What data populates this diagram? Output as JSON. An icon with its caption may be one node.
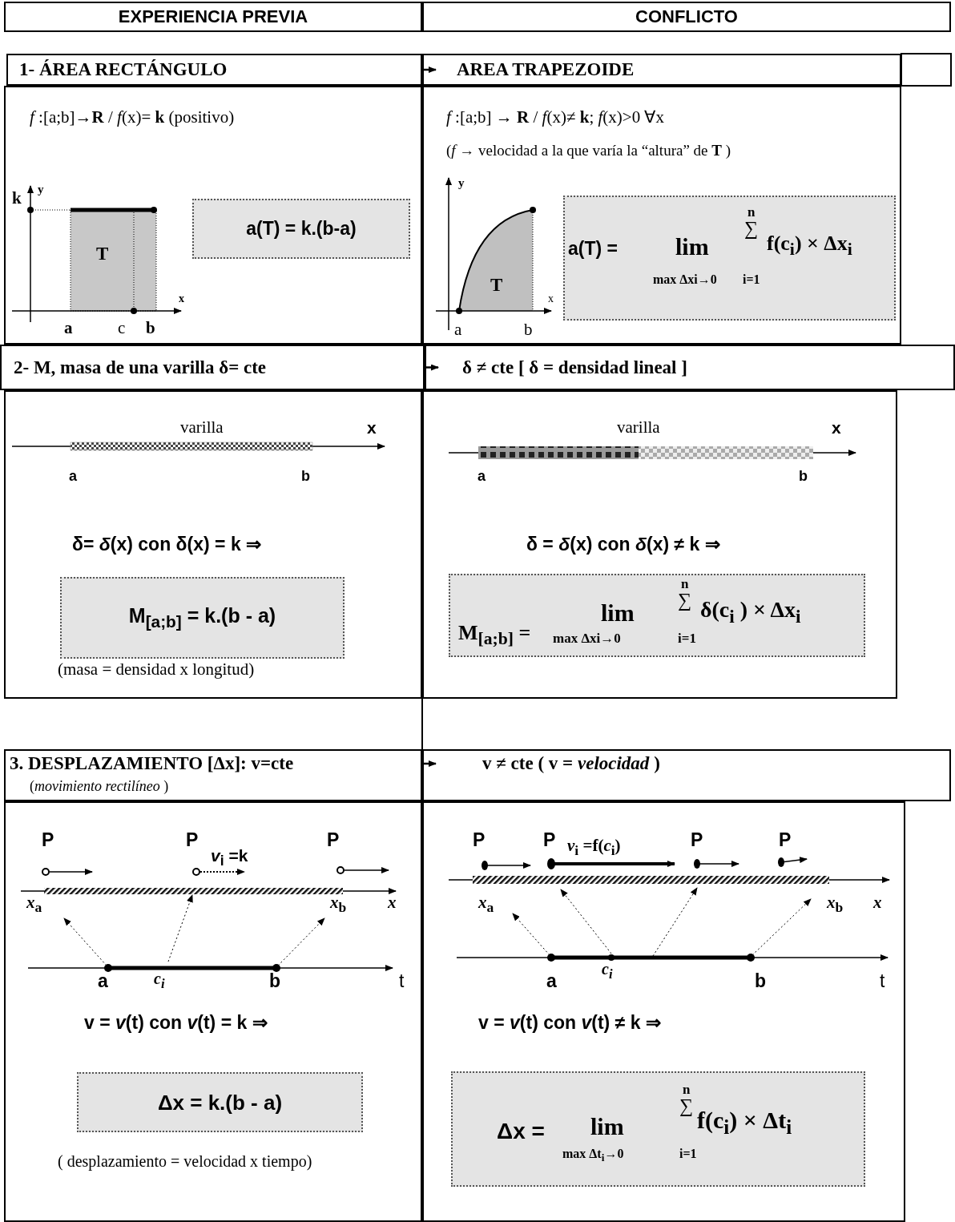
{
  "diagram": {
    "nodes": [
      {
        "text": [
          "EXPERIENCIA PREVIA"
        ]
      },
      {
        "text": [
          "CONFLICTO"
        ]
      },
      {
        "text": [
          "1- ÁREA RECTÁNGULO"
        ]
      },
      {
        "text": [
          "AREA TRAPEZOIDE"
        ]
      },
      {
        "text": [
          "*f* :[a;b]→**R** / *f*(x)= **k** (positivo)"
        ]
      },
      {
        "text": [
          "a(T) = k.(b-a)"
        ],
        "in": 4
      },
      {
        "text": [
          "*f* :[a;b] → **R** / *f*(x)≠ **k**; *f*(x)>0 ∀x",
          "(*f* → velocidad a la que varía la “altura” de **T** )"
        ]
      },
      {
        "text": [
          "a(T) =",
          "lim",
          "max Δxi→0",
          "n",
          "∑",
          "i=1",
          "f(c$_{i}$) × Δx$_{i}$"
        ],
        "in": 6
      },
      {
        "text": [
          "2- M, masa de una varilla δ= cte"
        ]
      },
      {
        "text": [
          "δ ≠ cte [ δ = densidad lineal ]"
        ]
      },
      {
        "text": [
          "δ= *δ*(x) con δ(x) = k ⇒",
          "(masa = densidad x longitud)"
        ]
      },
      {
        "text": [
          "M$_{[a;b]}$ = k.(b - a)"
        ],
        "in": 10
      },
      {
        "text": [
          "δ = *δ*(x) con *δ*(x) ≠ k ⇒"
        ]
      },
      {
        "text": [
          "M$_{[a;b]}$ =",
          "lim",
          "max Δxi→0",
          "n",
          "∑",
          "i=1",
          "δ(c$_{i}$ ) × Δx$_{i}$"
        ],
        "in": 12
      },
      {
        "text": [
          "3. DESPLAZAMIENTO [Δx]: v=cte",
          "(*movimiento rectilíneo* )"
        ]
      },
      {
        "text": [
          "v ≠ cte ( v = *velocidad* )"
        ]
      },
      {
        "text": [
          "v = *v*(t) con *v*(t) = k ⇒",
          "( desplazamiento = velocidad x tiempo)"
        ]
      },
      {
        "text": [
          "Δx = k.(b - a)"
        ],
        "in": 16
      },
      {
        "text": [
          "v = *v*(t) con *v*(t) ≠ k ⇒"
        ]
      },
      {
        "text": [
          "Δx =",
          "lim",
          "max Δt$_{i}$→0",
          "n",
          "∑",
          "i=1",
          "f(c$_{i}$) × Δt$_{i}$"
        ],
        "in": 18
      }
    ],
    "edges": [
      {
        "from": 2,
        "to": 3,
        "arrow": "to"
      },
      {
        "from": 8,
        "to": 9,
        "arrow": "to"
      },
      {
        "from": 14,
        "to": 15,
        "arrow": "to"
      }
    ],
    "labels": [
      "y",
      "k",
      "T",
      "a",
      "c",
      "b",
      "x",
      "y",
      "T",
      "a",
      "b",
      "x",
      "varilla",
      "x",
      "a",
      "b",
      "varilla",
      "x",
      "a",
      "b",
      "P",
      "P",
      "*v*$_{i}$ =k",
      "P",
      "*x*$_{a}$",
      "*x*$_{b}$",
      "x",
      "a",
      "c$_{i}$",
      "b",
      "t",
      "P",
      "P",
      "*v*$_{i}$ =f(*c*$_{i}$)",
      "P",
      "P",
      "*x*$_{a}$",
      "*x*$_{b}$",
      "x",
      "a",
      "c$_{i}$",
      "b",
      "t"
    ]
  }
}
